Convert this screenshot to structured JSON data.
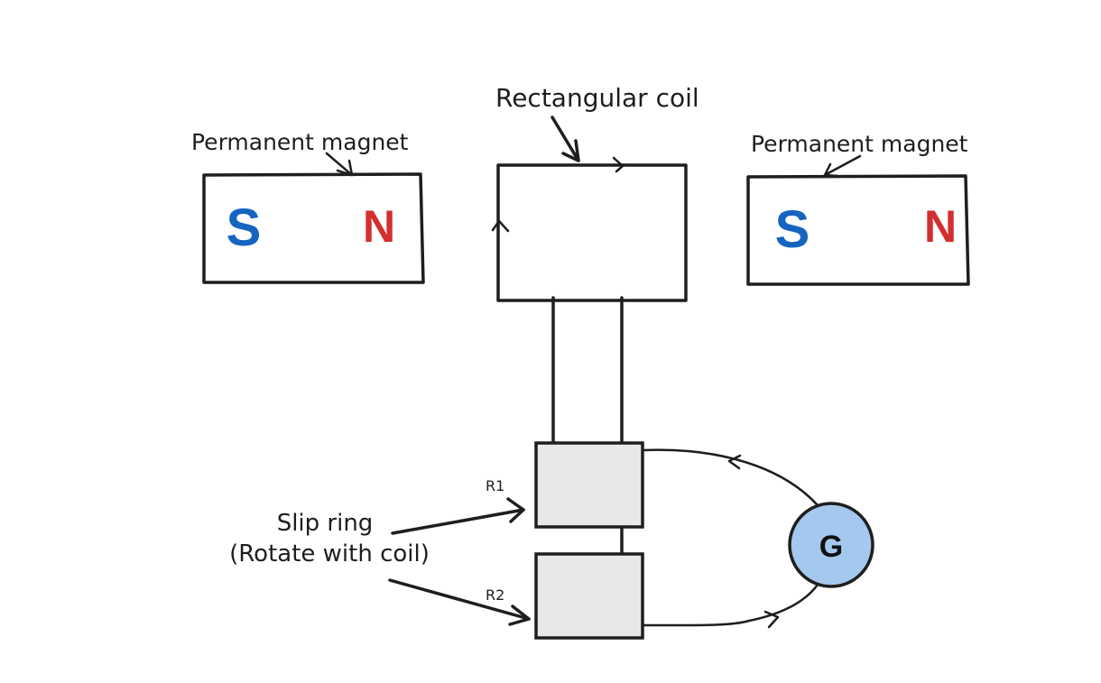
{
  "labels": {
    "coil": "Rectangular coil",
    "magnet_left": "Permanent magnet",
    "magnet_right": "Permanent magnet",
    "slip_ring_line1": "Slip ring",
    "slip_ring_line2": "(Rotate with coil)",
    "ring1": "R1",
    "ring2": "R2",
    "galvanometer": "G"
  },
  "magnet_left": {
    "south": "S",
    "north": "N"
  },
  "magnet_right": {
    "south": "S",
    "north": "N"
  },
  "colors": {
    "south": "#1565c0",
    "north": "#d32f2f",
    "galvanometer_fill": "#a5c8ee",
    "slip_ring_fill": "#e8e8e8",
    "stroke": "#1e1e1e"
  }
}
